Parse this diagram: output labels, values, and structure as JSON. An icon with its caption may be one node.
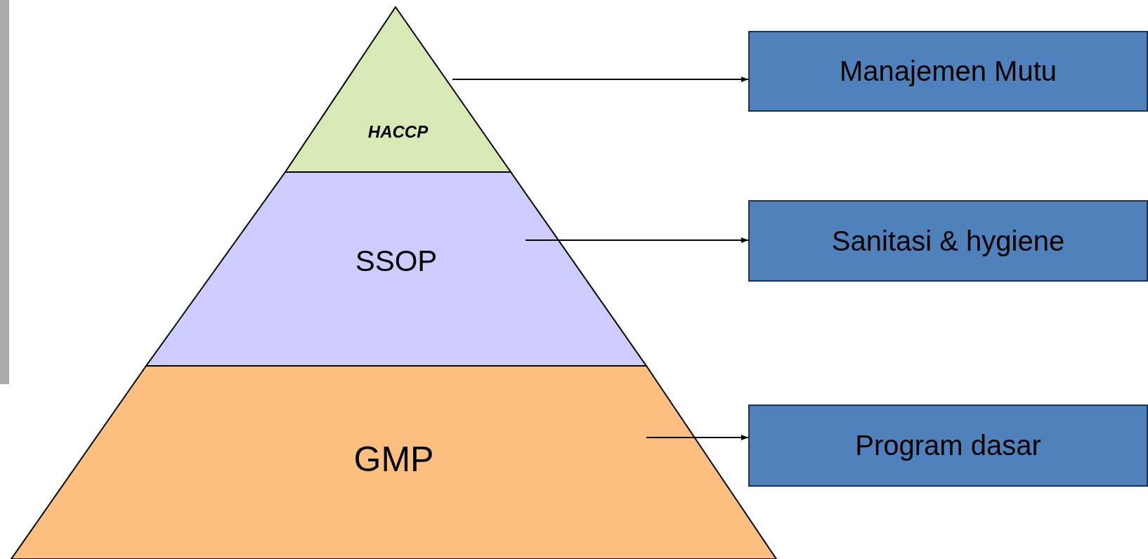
{
  "diagram": {
    "nodes": [
      {
        "text": [
          "HACCP"
        ]
      },
      {
        "text": [
          "SSOP"
        ]
      },
      {
        "text": [
          "GMP"
        ]
      },
      {
        "text": [
          "Manajemen Mutu"
        ]
      },
      {
        "text": [
          "Sanitasi & hygiene"
        ]
      },
      {
        "text": [
          "Program dasar"
        ]
      }
    ],
    "edges": [
      {
        "from": 0,
        "to": 3,
        "arrow": "to"
      },
      {
        "from": 1,
        "to": 4,
        "arrow": "to"
      },
      {
        "from": 2,
        "to": 5,
        "arrow": "to"
      }
    ]
  }
}
